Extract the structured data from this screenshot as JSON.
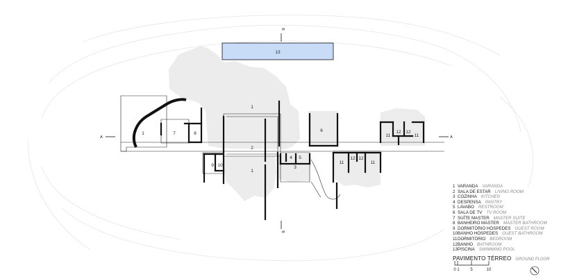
{
  "section_marks": {
    "top": "B",
    "bottom": "B",
    "left": "A",
    "right": "A"
  },
  "room_labels": {
    "r1_left": "1",
    "r7": "7",
    "r8": "8",
    "r1_top": "1",
    "r2": "2",
    "r1_bottom": "1",
    "r6": "6",
    "r11_a": "11",
    "r12_a": "12",
    "r12_b": "12",
    "r11_b": "11",
    "r9": "9",
    "r10": "10",
    "r4": "4",
    "r5": "5",
    "r3": "3",
    "r11_c": "11",
    "r12_c": "12",
    "r12_d": "12",
    "r11_d": "11",
    "r13": "13"
  },
  "legend": [
    {
      "num": "1",
      "pt": "VARANDA",
      "en": "VARANDA"
    },
    {
      "num": "2",
      "pt": "SALA DE ESTAR",
      "en": "LIVING ROOM"
    },
    {
      "num": "3",
      "pt": "COZINHA",
      "en": "KITCHEN"
    },
    {
      "num": "4",
      "pt": "DESPENSA",
      "en": "PANTRY"
    },
    {
      "num": "5",
      "pt": "LAVABO",
      "en": "RESTROOM"
    },
    {
      "num": "6",
      "pt": "SALA DE TV",
      "en": "TV ROOM"
    },
    {
      "num": "7",
      "pt": "SUÍTE MASTER",
      "en": "MASTER SUITE"
    },
    {
      "num": "8",
      "pt": "BANHEIRO MASTER",
      "en": "MASTER BATHROOM"
    },
    {
      "num": "9",
      "pt": "DORMITÓRIO HÓSPEDES",
      "en": "GUEST ROOM"
    },
    {
      "num": "10",
      "pt": "BANHO HÓSPEDES",
      "en": "GUEST BATHROOM"
    },
    {
      "num": "11",
      "pt": "DORMITÓRIO",
      "en": "BEDROOM"
    },
    {
      "num": "12",
      "pt": "BANHO",
      "en": "BATHROOM"
    },
    {
      "num": "13",
      "pt": "PISCINA",
      "en": "SWIMMING POOL"
    }
  ],
  "floor_title": {
    "pt": "PAVIMENTO TÉRREO",
    "en": "GROUND FLOOR"
  },
  "scale_labels": [
    "0",
    "1",
    "5",
    "10"
  ],
  "colors": {
    "wall": "#111111",
    "pool": "#c8dcf8",
    "landscape": "#ececec",
    "contour": "#e6e6e6"
  }
}
